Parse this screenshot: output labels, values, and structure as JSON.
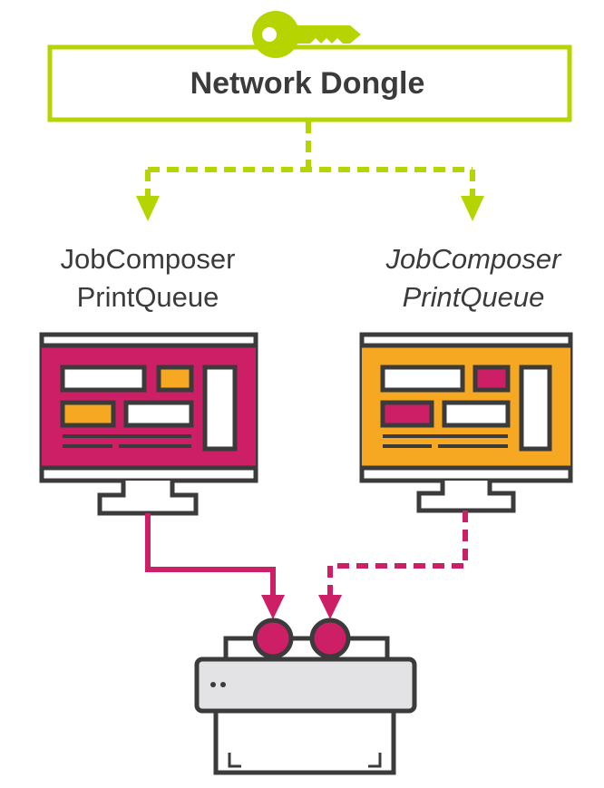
{
  "dongle": {
    "title": "Network Dongle",
    "icon": "key-icon"
  },
  "left_station": {
    "line1": "JobComposer",
    "line2": "PrintQueue",
    "connection": "solid",
    "screen_color": "#cc1f66",
    "accent_color": "#f7a823"
  },
  "right_station": {
    "line1": "JobComposer",
    "line2": "PrintQueue",
    "connection": "dashed",
    "screen_color": "#f7a823",
    "accent_color": "#cc1f66"
  },
  "printer": {
    "icon": "printer-icon"
  },
  "colors": {
    "lime": "#b5d400",
    "magenta": "#cc1f66",
    "orange": "#f7a823",
    "outline": "#3b3b3b",
    "printer_body": "#e3e3e6"
  }
}
